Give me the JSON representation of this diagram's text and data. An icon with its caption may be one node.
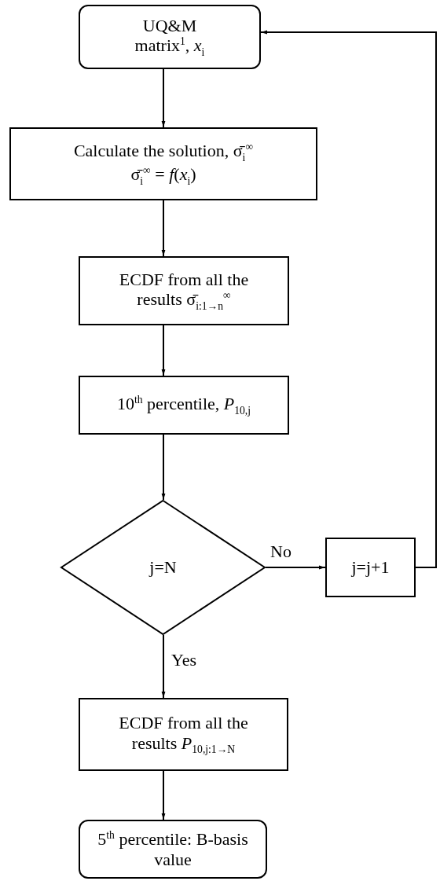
{
  "diagram": {
    "nodes": [
      {
        "text": [
          "UQ&M",
          "matrix$^{1}$, *x*$_{i}$"
        ]
      },
      {
        "text": [
          "Calculate the solution, σ̄$_{i}$$^{∞}$",
          "σ̄$_{i}$$^{∞}$ = *f*(*x*$_{i}$)"
        ]
      },
      {
        "text": [
          "ECDF from all the results σ̄$_{i:1→n}$$^{∞}$"
        ]
      },
      {
        "text": [
          "10$^{th}$ percentile, *P*$_{10,j}$"
        ]
      },
      {
        "text": [
          "j=N"
        ]
      },
      {
        "text": [
          "j=j+1"
        ]
      },
      {
        "text": [
          "ECDF from all the results *P*$_{10,j:1→N}$"
        ]
      },
      {
        "text": [
          "5$^{th}$ percentile: B-basis value"
        ]
      }
    ],
    "edges": [
      {
        "from": 0,
        "to": 1,
        "arrow": "to"
      },
      {
        "from": 1,
        "to": 2,
        "arrow": "to"
      },
      {
        "from": 2,
        "to": 3,
        "arrow": "to"
      },
      {
        "from": 3,
        "to": 4,
        "arrow": "to"
      },
      {
        "from": 4,
        "to": 5,
        "arrow": "to",
        "label": "No"
      },
      {
        "from": 5,
        "to": 0,
        "arrow": "to"
      },
      {
        "from": 4,
        "to": 6,
        "arrow": "to",
        "label": "Yes"
      },
      {
        "from": 6,
        "to": 7,
        "arrow": "to"
      }
    ]
  }
}
